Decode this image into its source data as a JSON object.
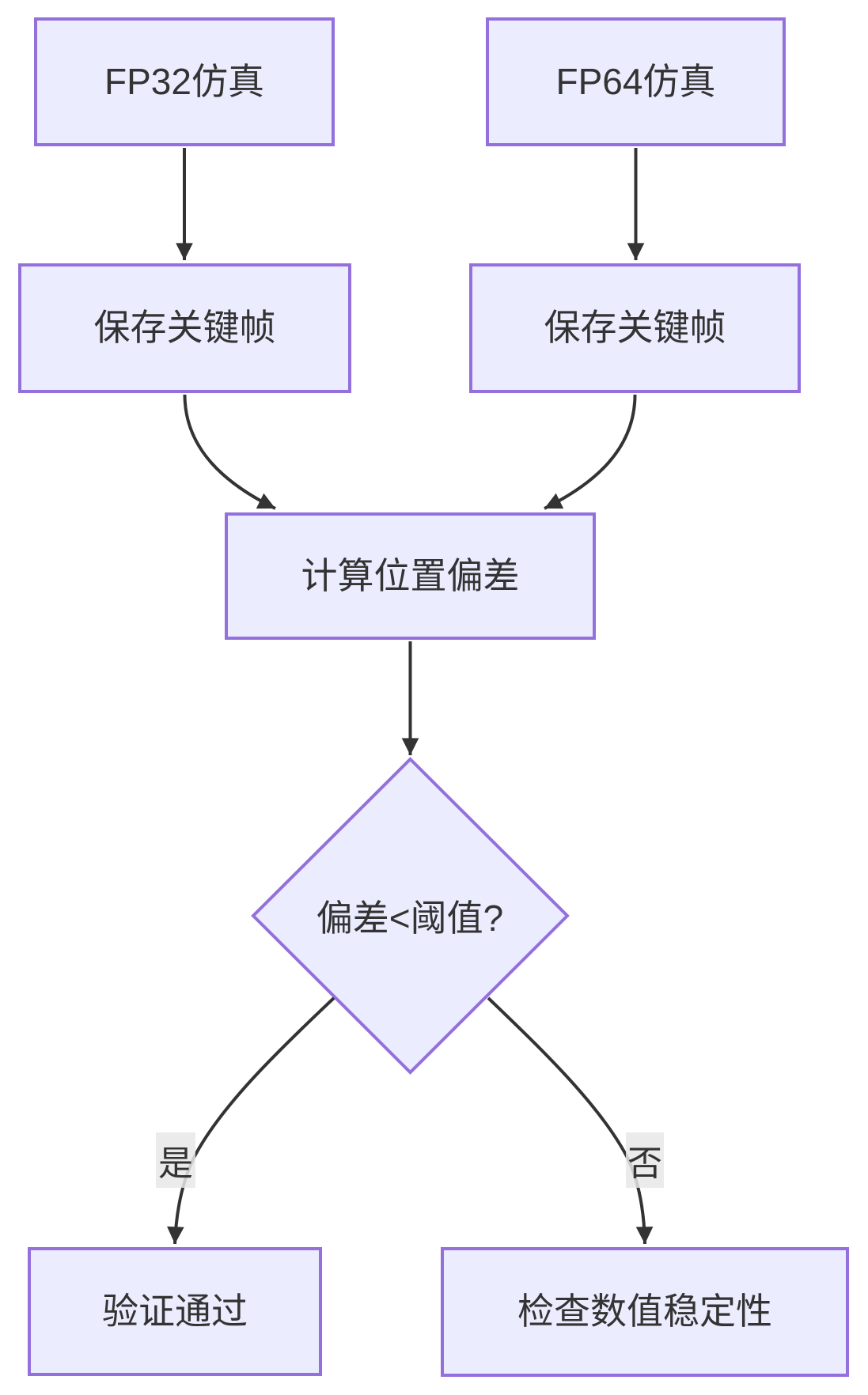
{
  "diagram": {
    "type": "flowchart",
    "direction": "top-to-bottom",
    "colors": {
      "node_fill": "#ECECFF",
      "node_border": "#9370DB",
      "edge_line": "#333333",
      "text": "#333333",
      "edge_label_bg": "#e8e8e8",
      "background": "#ffffff"
    },
    "nodes": [
      {
        "id": "fp32",
        "shape": "rect",
        "label": "FP32仿真"
      },
      {
        "id": "fp64",
        "shape": "rect",
        "label": "FP64仿真"
      },
      {
        "id": "save_fp32",
        "shape": "rect",
        "label": "保存关键帧"
      },
      {
        "id": "save_fp64",
        "shape": "rect",
        "label": "保存关键帧"
      },
      {
        "id": "compute",
        "shape": "rect",
        "label": "计算位置偏差"
      },
      {
        "id": "decision",
        "shape": "diamond",
        "label": "偏差<阈值?"
      },
      {
        "id": "pass",
        "shape": "rect",
        "label": "验证通过"
      },
      {
        "id": "check",
        "shape": "rect",
        "label": "检查数值稳定性"
      }
    ],
    "edges": [
      {
        "from": "fp32",
        "to": "save_fp32",
        "label": ""
      },
      {
        "from": "fp64",
        "to": "save_fp64",
        "label": ""
      },
      {
        "from": "save_fp32",
        "to": "compute",
        "label": ""
      },
      {
        "from": "save_fp64",
        "to": "compute",
        "label": ""
      },
      {
        "from": "compute",
        "to": "decision",
        "label": ""
      },
      {
        "from": "decision",
        "to": "pass",
        "label": "是"
      },
      {
        "from": "decision",
        "to": "check",
        "label": "否"
      }
    ]
  }
}
